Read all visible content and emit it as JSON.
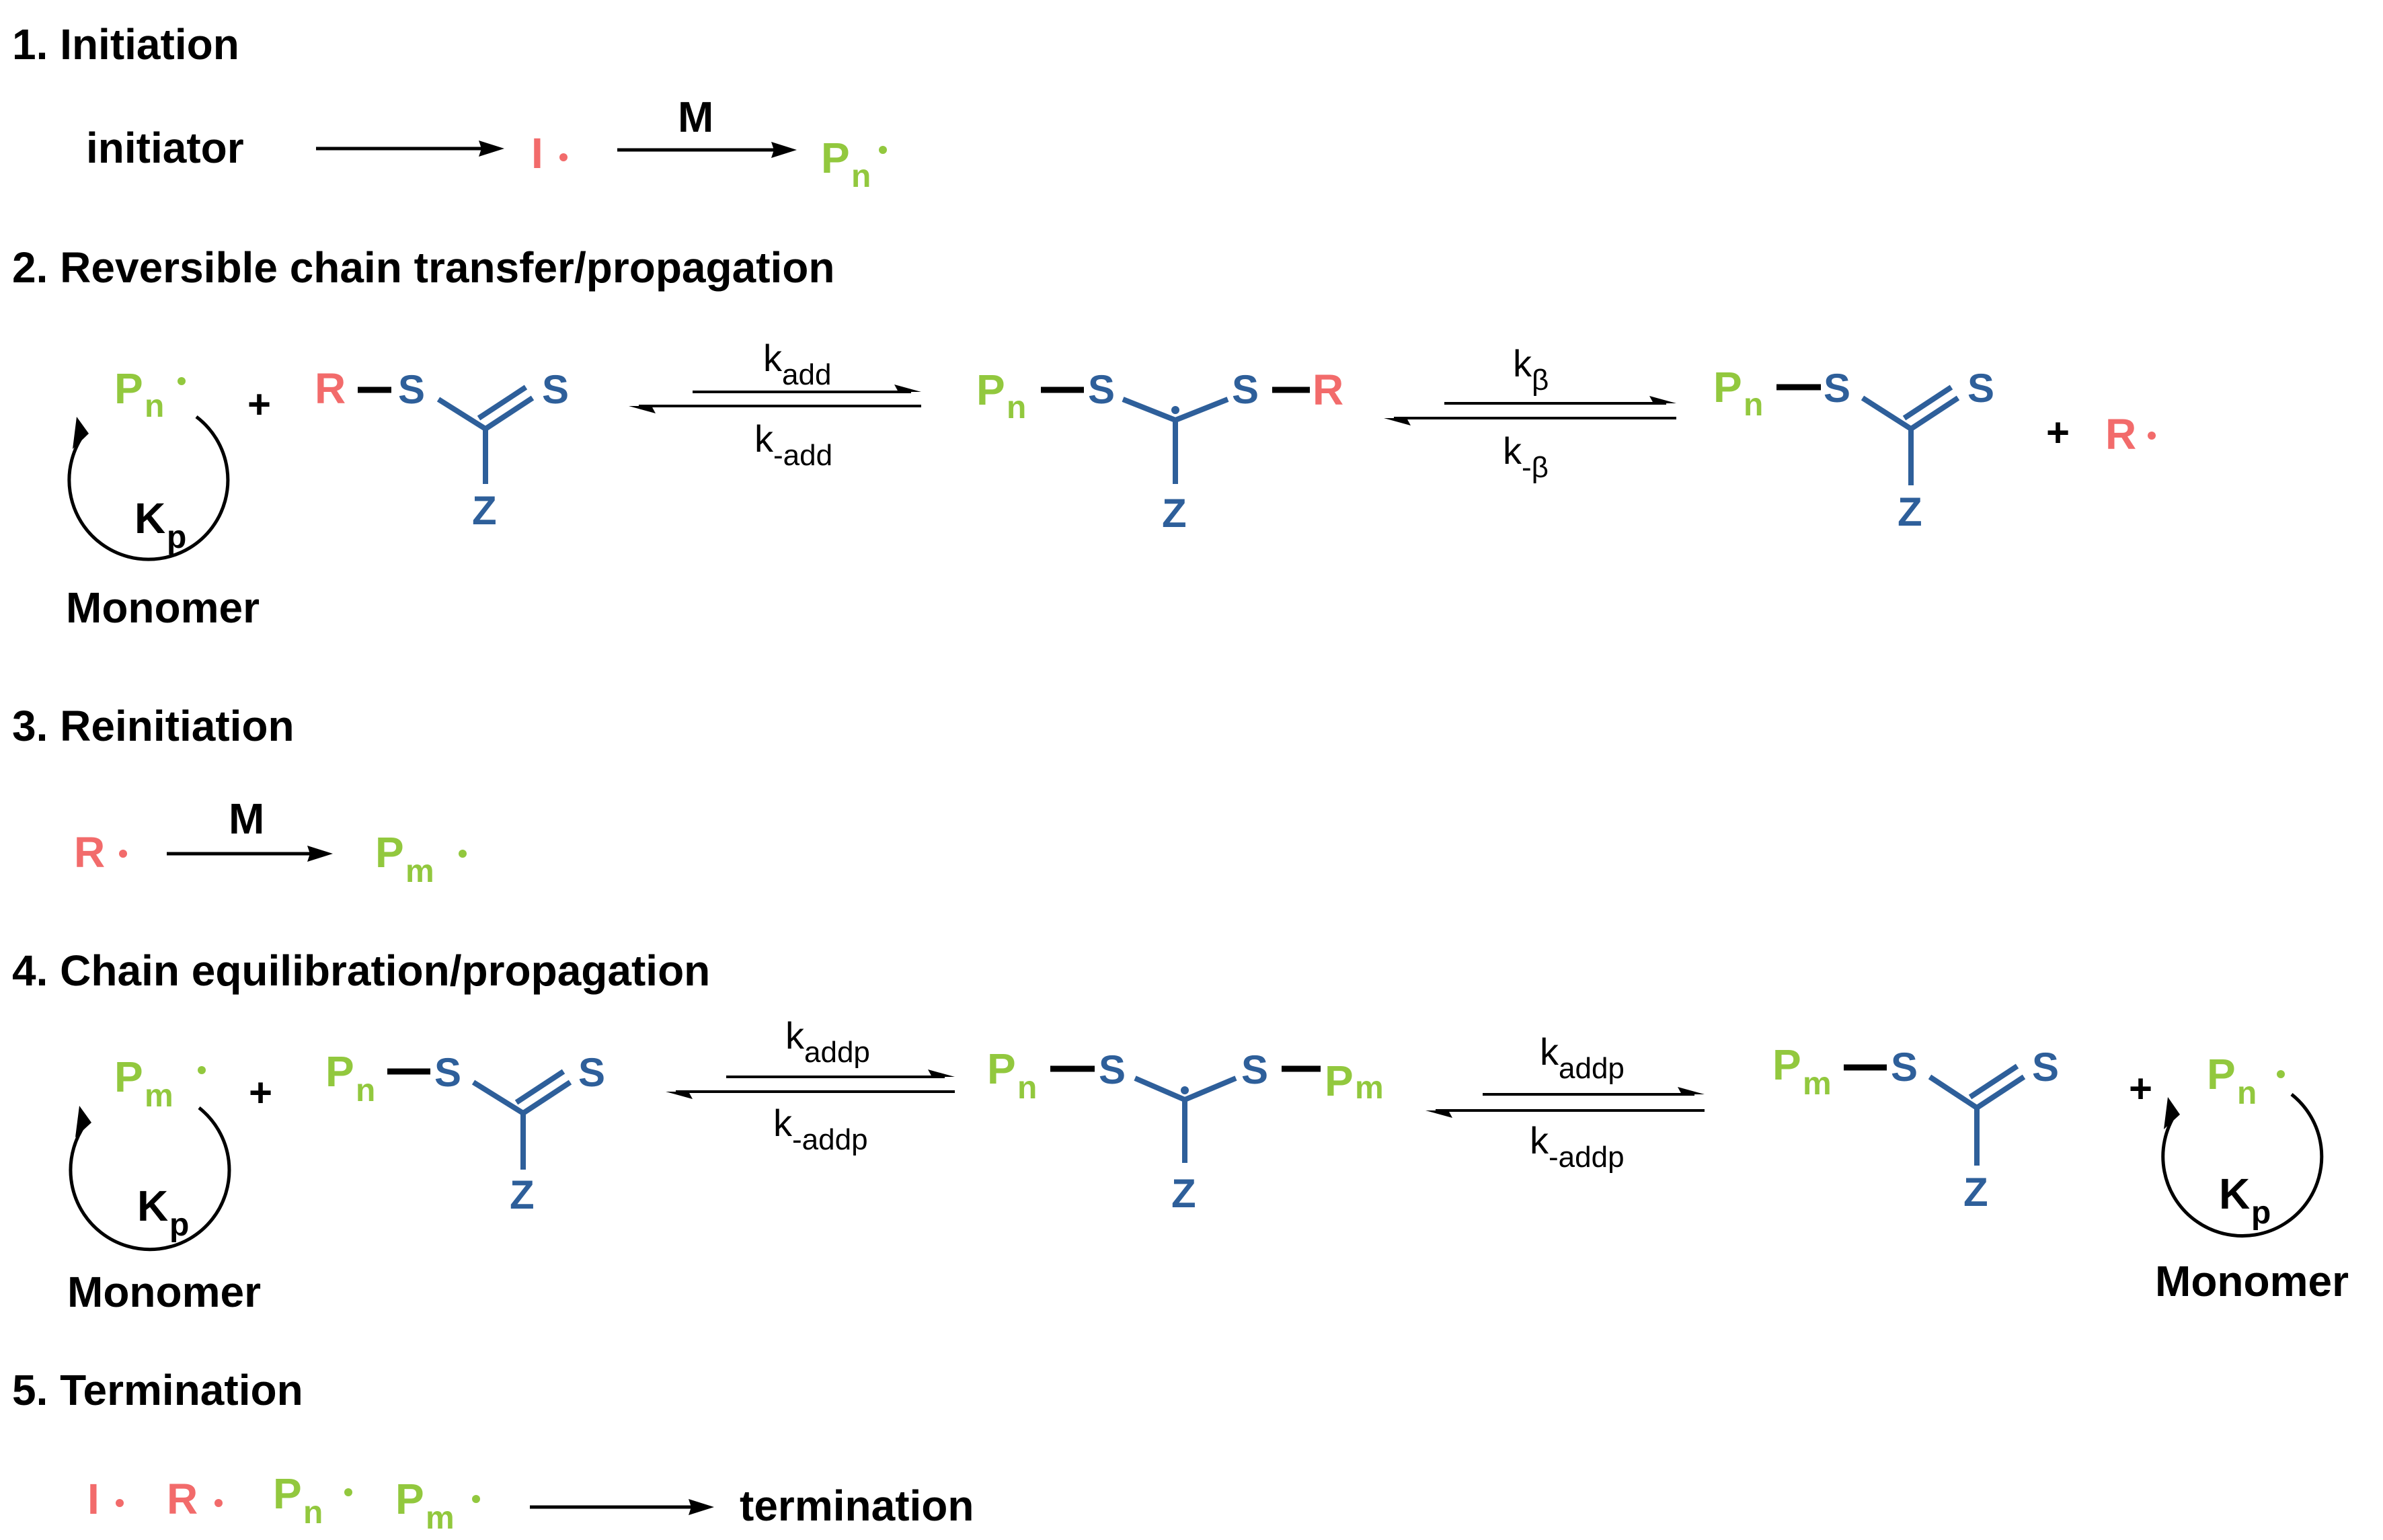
{
  "colors": {
    "red": "#f26b6b",
    "green": "#92c83e",
    "blue": "#2e5f9a",
    "black": "#000000"
  },
  "sections": {
    "s1": {
      "title": "1. Initiation"
    },
    "s2": {
      "title": "2. Reversible chain transfer/propagation"
    },
    "s3": {
      "title": "3. Reinitiation"
    },
    "s4": {
      "title": "4. Chain equilibration/propagation"
    },
    "s5": {
      "title": "5. Termination"
    }
  },
  "species": {
    "initiator": "initiator",
    "I": "I",
    "R": "R",
    "P": "P",
    "n": "n",
    "m": "m",
    "S": "S",
    "Z": "Z",
    "radical_dot": "·",
    "plus": "+",
    "M": "M",
    "K": "K",
    "p": "p",
    "monomer": "Monomer",
    "termination": "termination"
  },
  "rates": {
    "k": "k",
    "add": "add",
    "neg_add": "-add",
    "beta": "β",
    "neg_beta": "-β",
    "addp": "addp",
    "neg_addp": "-addp"
  }
}
